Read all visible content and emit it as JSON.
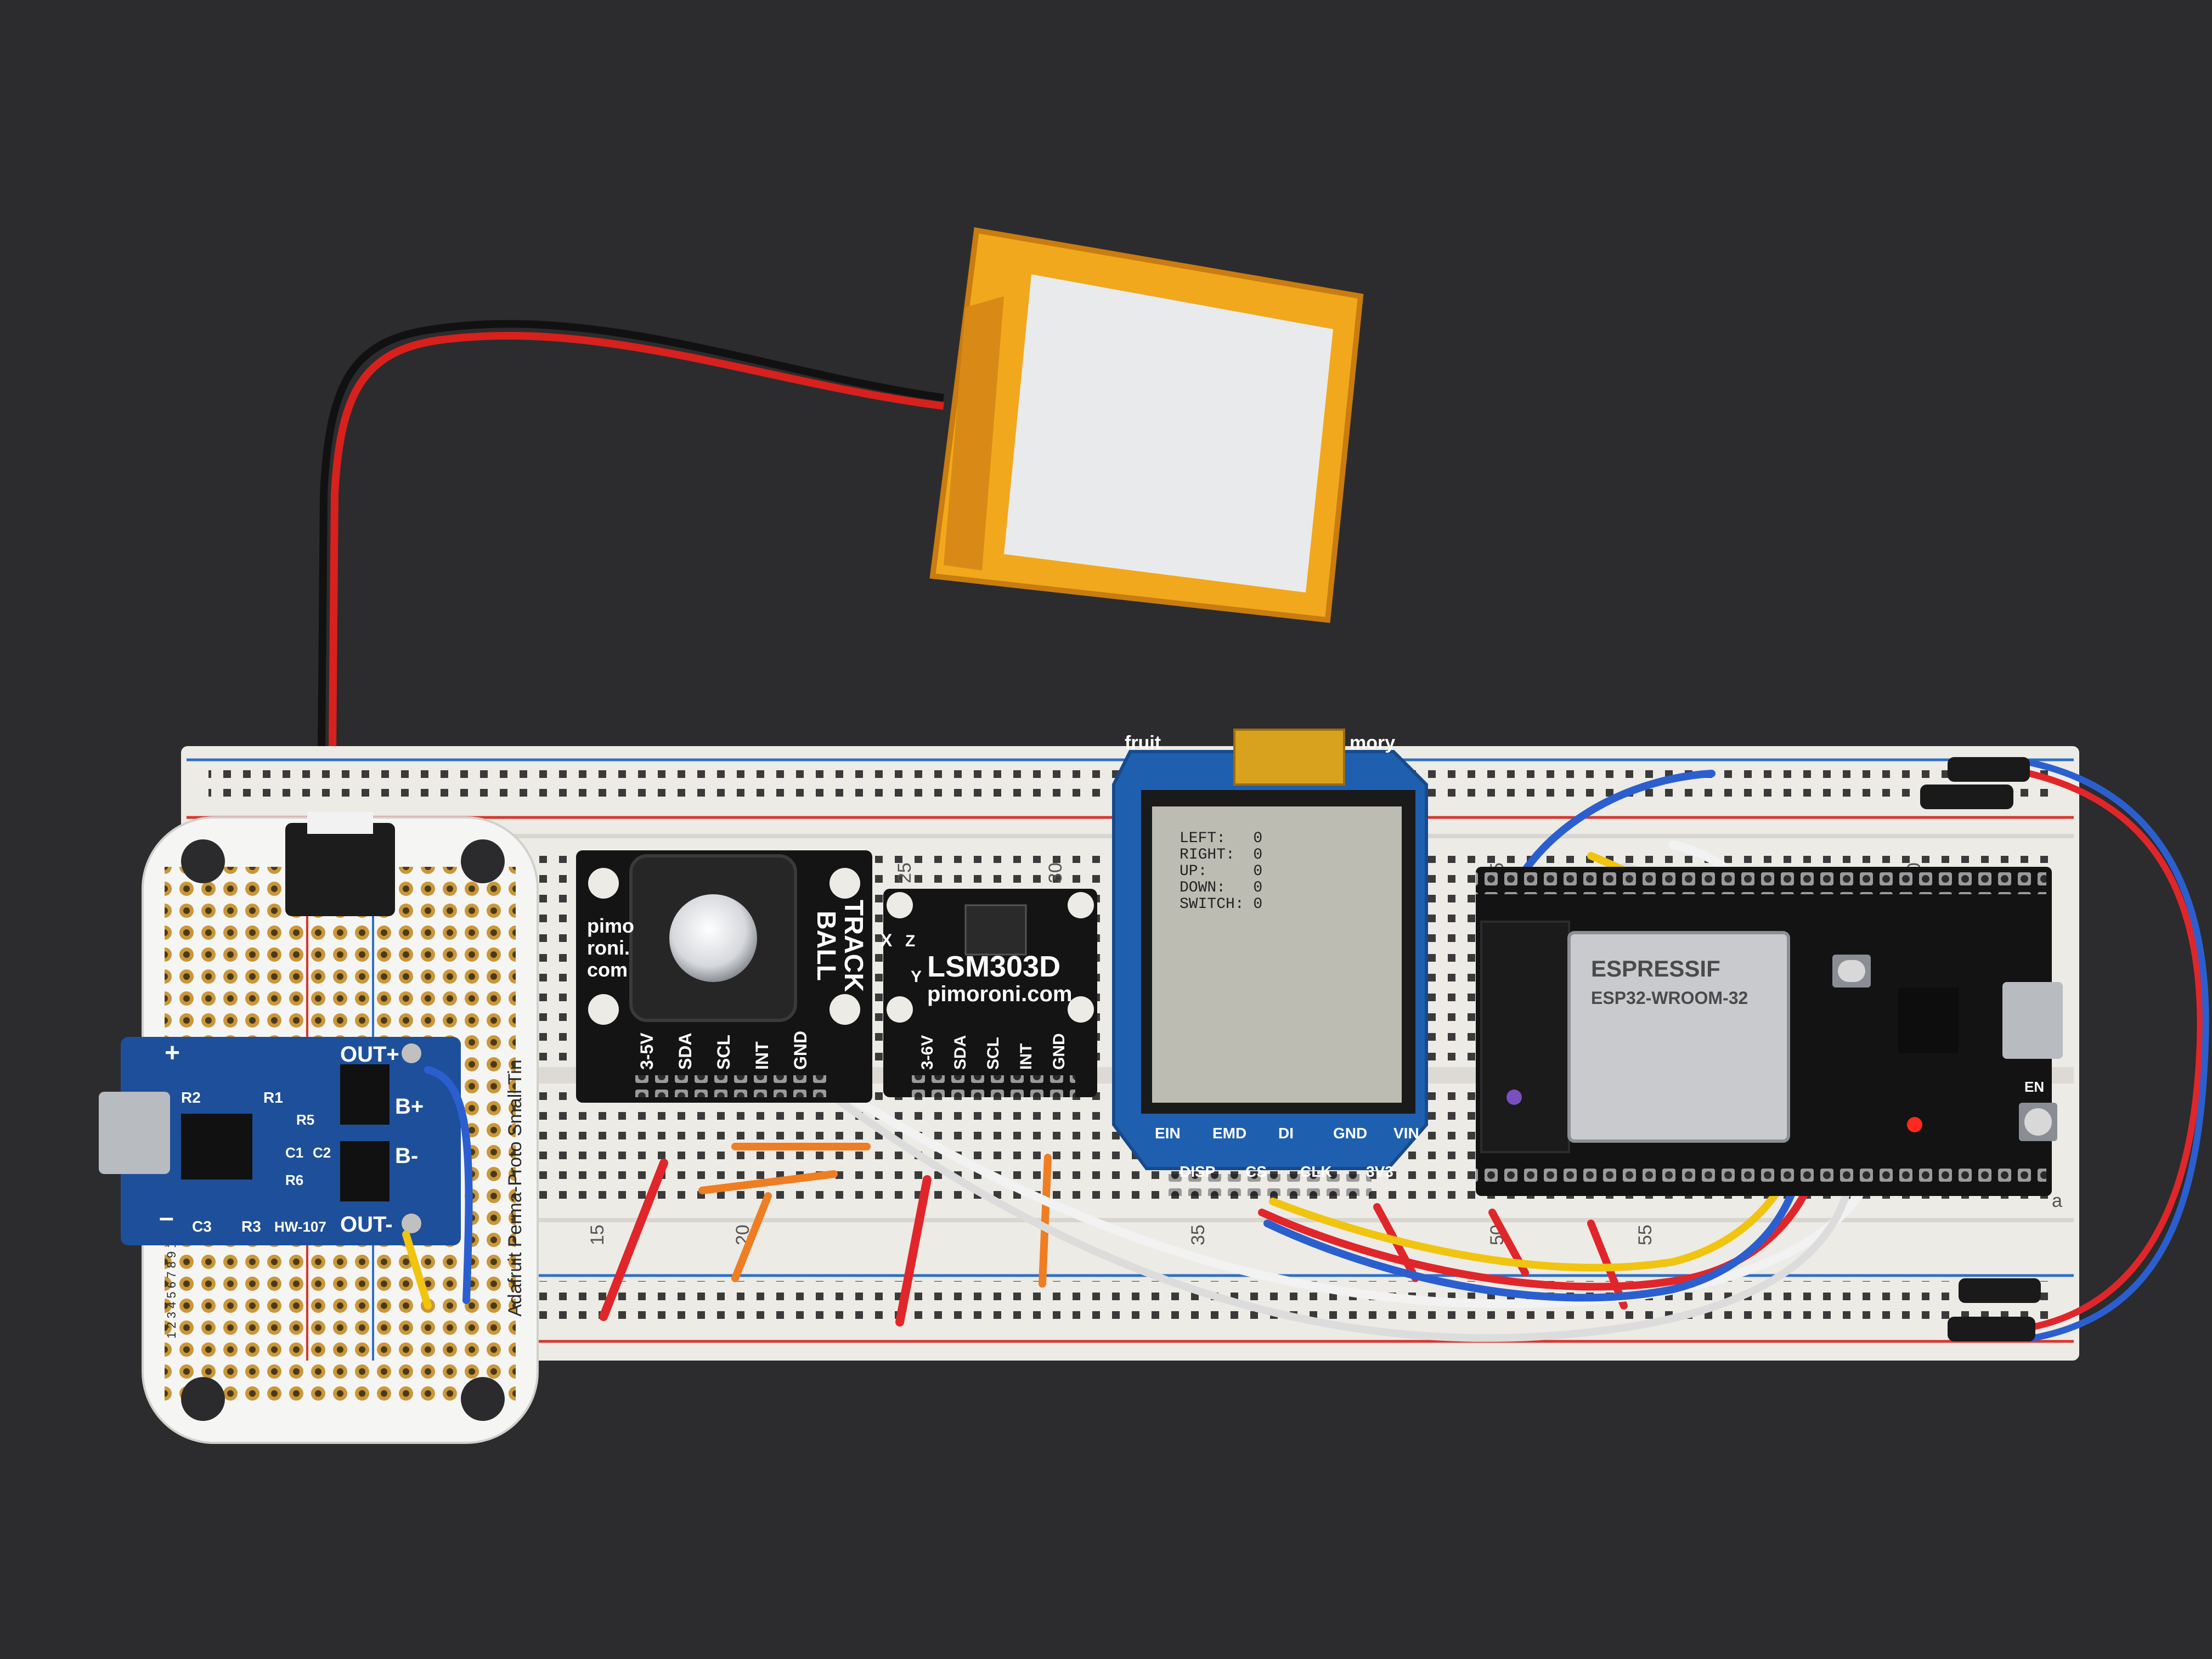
{
  "battery": {
    "wire_colors": [
      "#d8201d",
      "#111111"
    ]
  },
  "perma_proto": {
    "label": "Adafruit Perma-Proto Small Tin",
    "row_numbers": "1 2 3 4 5 6 7 8 9 10 11 12 13 14 15"
  },
  "charger": {
    "pin_out_plus": "OUT+",
    "pin_b_plus": "B+",
    "pin_b_minus": "B-",
    "pin_out_minus": "OUT-",
    "pin_plus": "+",
    "pin_minus": "–",
    "r2": "R2",
    "r1": "R1",
    "r5": "R5",
    "r6": "R6",
    "c1": "C1",
    "c2": "C2",
    "c3": "C3",
    "r3": "R3",
    "model": "HW-107"
  },
  "trackball": {
    "brand_line1": "pimo",
    "brand_line2": "roni.",
    "brand_line3": "com",
    "title_line1": "TRACK",
    "title_line2": "BALL",
    "pins": [
      "3-5V",
      "SDA",
      "SCL",
      "INT",
      "GND"
    ]
  },
  "lsm303d": {
    "title": "LSM303D",
    "site": "pimoroni.com",
    "axis_x": "X",
    "axis_z": "Z",
    "axis_y": "Y",
    "pins": [
      "3-6V",
      "SDA",
      "SCL",
      "INT",
      "GND"
    ]
  },
  "memory_display": {
    "brand_left": "fruit",
    "brand_right": "mory",
    "screen_lines": [
      "LEFT:   0",
      "RIGHT:  0",
      "UP:     0",
      "DOWN:   0",
      "SWITCH: 0"
    ],
    "pins_top": [
      "EIN",
      "EMD",
      "DI",
      "GND",
      "VIN"
    ],
    "pins_bottom": [
      "DISP",
      "CS",
      "CLK",
      "3V3"
    ]
  },
  "esp32": {
    "brand": "ESPRESSIF",
    "model": "ESP32-WROOM-32",
    "button_label": "EN"
  },
  "breadboard": {
    "col_labels": [
      "15",
      "20",
      "25",
      "30",
      "35",
      "45",
      "50",
      "55",
      "60"
    ],
    "row_label": "a"
  },
  "colors": {
    "breadboard": "#ecebe6",
    "rail_red": "#d9352c",
    "rail_blue": "#2f6fc4",
    "pimoroni_pcb": "#141414",
    "adafruit_pcb": "#1f5fb0",
    "charger_pcb": "#1e4f9a",
    "esp_pcb": "#131313",
    "battery_wrap": "#f2a81c",
    "display_lcd": "#bdbcb2",
    "wire_red": "#e0262a",
    "wire_blue": "#2b5fd0",
    "wire_white": "#f2f2f2",
    "wire_yellow": "#f1c40f",
    "wire_orange": "#ef7d22"
  }
}
